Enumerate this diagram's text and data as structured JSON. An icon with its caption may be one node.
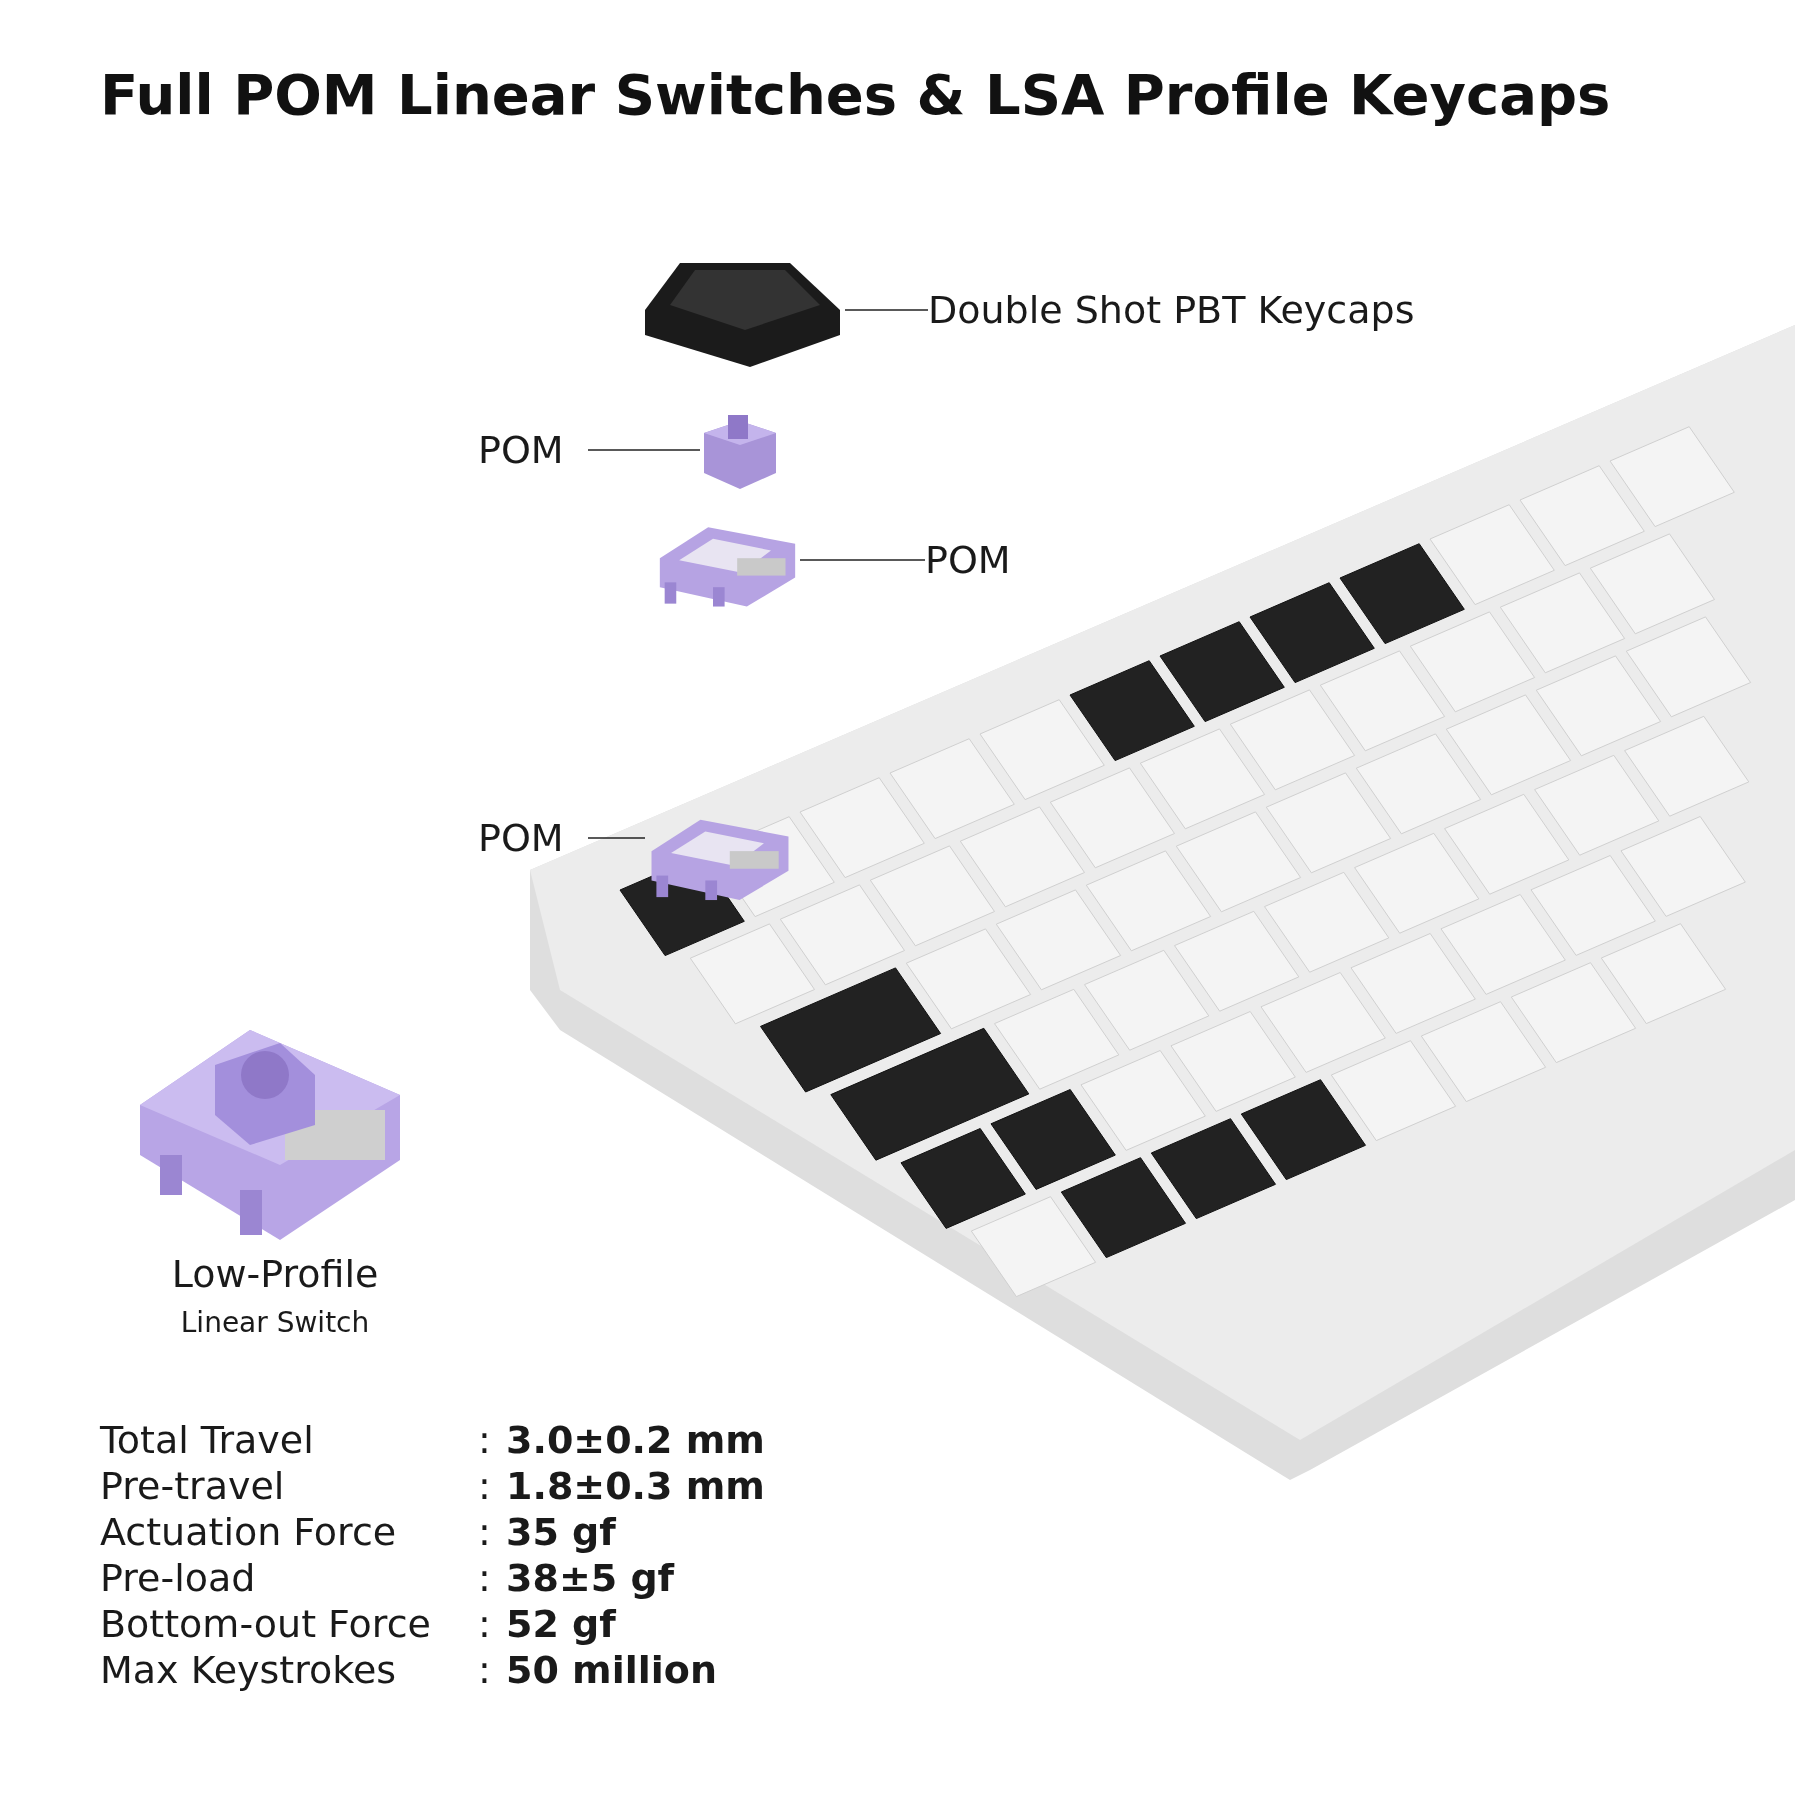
{
  "diagram": {
    "title": "Full POM Linear Switches & LSA Profile Keycaps",
    "nodes": [
      {
        "text": [
          "Double Shot PBT Keycaps"
        ]
      },
      {
        "text": [],
        "shape": "picture"
      },
      {
        "text": [
          "POM"
        ]
      },
      {
        "text": [],
        "shape": "picture"
      },
      {
        "text": [
          "POM"
        ]
      },
      {
        "text": [],
        "shape": "picture"
      },
      {
        "text": [
          "POM"
        ]
      },
      {
        "text": [],
        "shape": "picture"
      }
    ],
    "edges": [
      {
        "from": 0,
        "to": 1,
        "arrow": "none"
      },
      {
        "from": 2,
        "to": 3,
        "arrow": "none"
      },
      {
        "from": 4,
        "to": 5,
        "arrow": "none"
      },
      {
        "from": 6,
        "to": 7,
        "arrow": "none"
      }
    ],
    "labels": [
      "Low-Profile",
      "Linear Switch",
      "Total Travel",
      ":",
      "3.0±0.2 mm",
      "Pre-travel",
      ":",
      "1.8±0.3 mm",
      "Actuation Force",
      ":",
      "35 gf",
      "Pre-load",
      ":",
      "38±5 gf",
      "Bottom-out Force",
      ":",
      "52 gf",
      "Max Keystrokes",
      ":",
      "50 million"
    ]
  }
}
